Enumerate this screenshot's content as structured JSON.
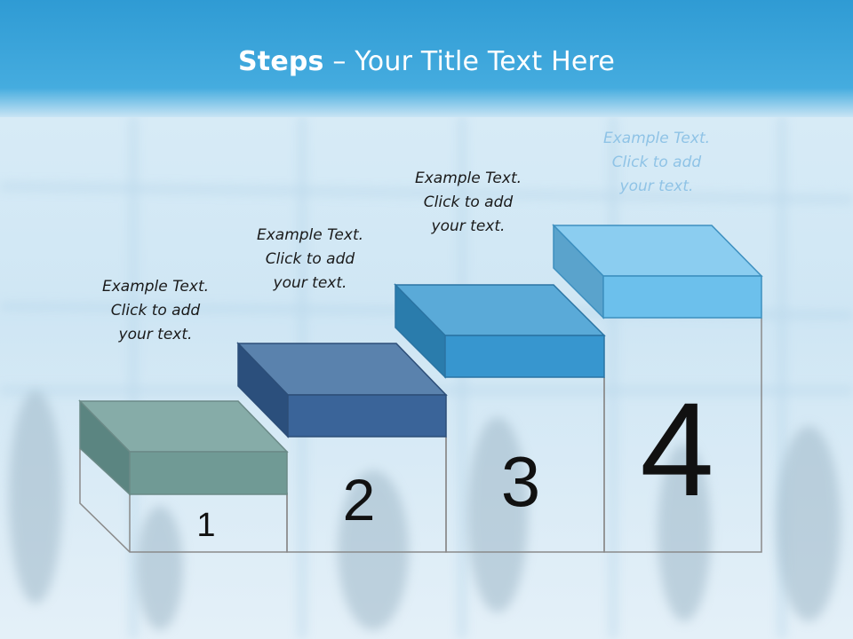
{
  "slide": {
    "title_bold": "Steps",
    "title_rest": " – Your Title Text Here"
  },
  "steps": [
    {
      "number": "1",
      "color": "#7aa6a1",
      "text_lines": [
        "Example Text.",
        "Click  to add",
        "your text."
      ]
    },
    {
      "number": "2",
      "color": "#3e6ea3",
      "text_lines": [
        "Example Text.",
        "Click  to add",
        "your text."
      ]
    },
    {
      "number": "3",
      "color": "#3a93cc",
      "text_lines": [
        "Example Text.",
        "Click  to add",
        "your text."
      ]
    },
    {
      "number": "4",
      "color": "#66bde9",
      "text_lines": [
        "Example Text.",
        "Click  to add",
        "your text."
      ]
    }
  ],
  "colors": {
    "banner": "#3aa6dc",
    "outline": "#8a8a8a"
  }
}
